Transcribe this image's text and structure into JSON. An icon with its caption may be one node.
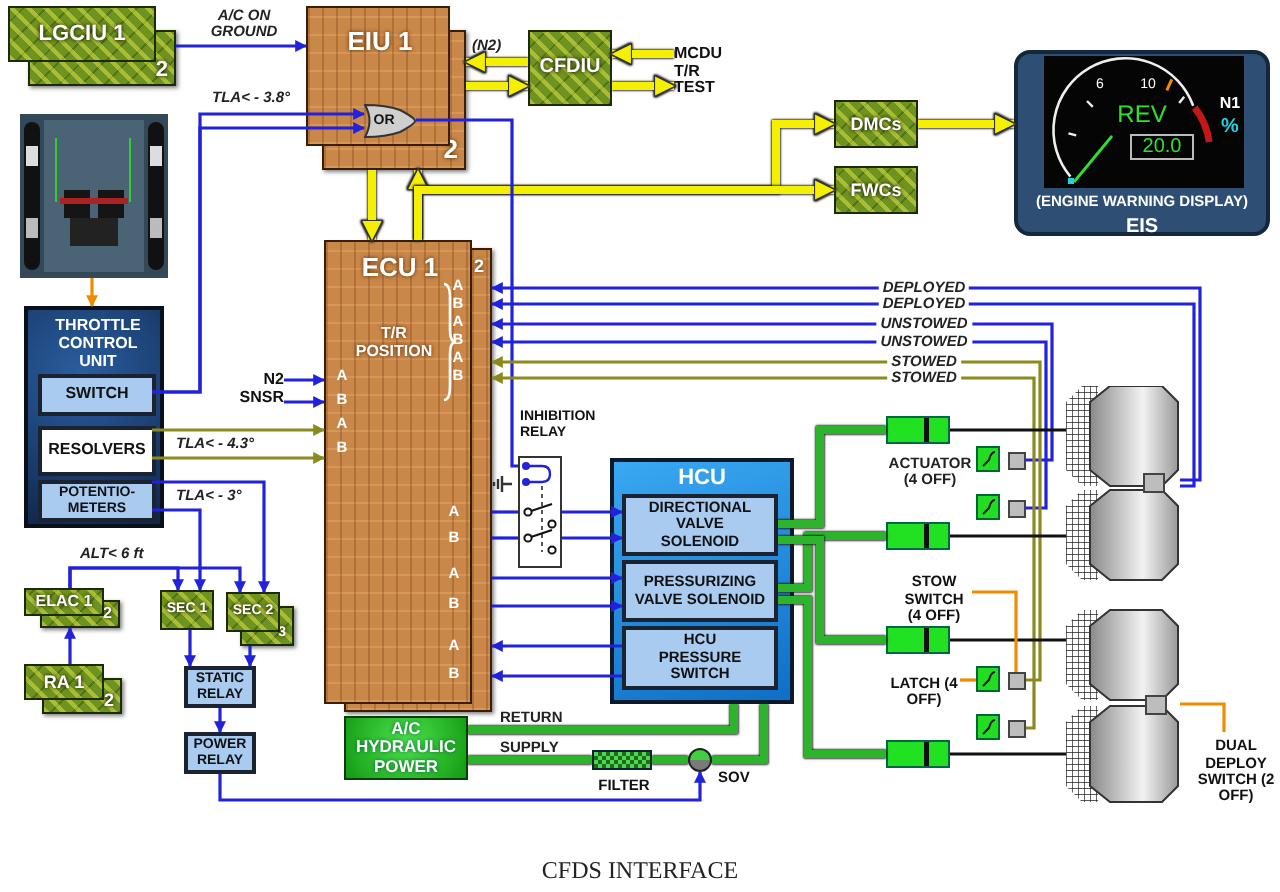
{
  "diagram": {
    "caption": "CFDS INTERFACE",
    "nodes": [
      {
        "text": [
          "LGCIU 1",
          "2"
        ]
      },
      {
        "text": [
          "EIU 1",
          "2"
        ]
      },
      {
        "text": [
          "OR"
        ],
        "in": 1
      },
      {
        "text": [
          "CFDIU"
        ]
      },
      {
        "text": [
          "MCDU T/R TEST"
        ]
      },
      {
        "text": [
          "DMCs"
        ]
      },
      {
        "text": [
          "FWCs"
        ]
      },
      {
        "text": [
          "6",
          "10",
          "REV",
          "20.0",
          "N1",
          "%",
          "(ENGINE WARNING DISPLAY)",
          "EIS"
        ]
      },
      {
        "text": [],
        "shape": "picture"
      },
      {
        "text": [
          "THROTTLE CONTROL UNIT"
        ]
      },
      {
        "text": [
          "SWITCH"
        ],
        "in": 9
      },
      {
        "text": [
          "RESOLVERS"
        ],
        "in": 9
      },
      {
        "text": [
          "POTENTIO- METERS"
        ],
        "in": 9
      },
      {
        "text": [
          "ECU 1",
          "2",
          "T/R POSITION"
        ]
      },
      {
        "text": [
          "N2 SNSR"
        ]
      },
      {
        "text": [
          "INHIBITION RELAY"
        ]
      },
      {
        "text": [
          "HCU"
        ]
      },
      {
        "text": [
          "DIRECTIONAL VALVE SOLENOID"
        ],
        "in": 16
      },
      {
        "text": [
          "PRESSURIZING VALVE SOLENOID"
        ],
        "in": 16
      },
      {
        "text": [
          "HCU PRESSURE SWITCH"
        ],
        "in": 16
      },
      {
        "text": [
          "ELAC 1",
          "2"
        ]
      },
      {
        "text": [
          "SEC 1"
        ]
      },
      {
        "text": [
          "SEC 2",
          "3"
        ]
      },
      {
        "text": [
          "RA 1",
          "2"
        ]
      },
      {
        "text": [
          "STATIC RELAY"
        ]
      },
      {
        "text": [
          "POWER RELAY"
        ]
      },
      {
        "text": [
          "A/C HYDRAULIC POWER"
        ]
      },
      {
        "text": [
          "FILTER"
        ]
      },
      {
        "text": [
          "SOV"
        ]
      },
      {
        "text": [],
        "shape": "cylinder"
      },
      {
        "text": [],
        "shape": "cylinder"
      },
      {
        "text": [],
        "shape": "cylinder"
      },
      {
        "text": [],
        "shape": "cylinder"
      },
      {
        "text": [],
        "shape": "picture"
      },
      {
        "text": [],
        "shape": "box"
      },
      {
        "text": [],
        "shape": "box"
      },
      {
        "text": [],
        "shape": "box"
      },
      {
        "text": [],
        "shape": "box"
      },
      {
        "text": [
          "STOW SWITCH (4 OFF)"
        ]
      },
      {
        "text": [
          "LATCH (4 OFF)"
        ]
      },
      {
        "text": [
          "DUAL DEPLOY SWITCH (2 OFF)"
        ]
      },
      {
        "text": [],
        "shape": "box"
      },
      {
        "text": [],
        "shape": "box"
      },
      {
        "text": [],
        "shape": "box"
      },
      {
        "text": [],
        "shape": "box"
      }
    ],
    "edges": [
      {
        "from": 0,
        "to": 1,
        "arrow": "to",
        "label": "A/C ON GROUND"
      },
      {
        "from": 10,
        "to": 2,
        "arrow": "to",
        "label": "TLA< - 3.8°"
      },
      {
        "from": 10,
        "to": 2,
        "arrow": "to"
      },
      {
        "from": 3,
        "to": 1,
        "arrow": "to",
        "label": "(N2)",
        "style": "thick",
        "color": "#f5f000"
      },
      {
        "from": 1,
        "to": 3,
        "arrow": "to",
        "style": "thick",
        "color": "#f5f000"
      },
      {
        "from": 4,
        "to": 3,
        "arrow": "to",
        "style": "thick",
        "color": "#f5f000"
      },
      {
        "from": 3,
        "to": 4,
        "arrow": "to",
        "style": "thick",
        "color": "#f5f000"
      },
      {
        "from": 1,
        "to": 13,
        "arrow": "to",
        "style": "thick",
        "color": "#f5f000"
      },
      {
        "from": 13,
        "to": 1,
        "arrow": "to",
        "style": "thick",
        "color": "#f5f000"
      },
      {
        "from": 13,
        "to": 5,
        "arrow": "to",
        "style": "thick",
        "color": "#f5f000"
      },
      {
        "from": 13,
        "to": 6,
        "arrow": "to",
        "style": "thick",
        "color": "#f5f000"
      },
      {
        "from": 5,
        "to": 7,
        "arrow": "to",
        "style": "thick",
        "color": "#f5f000"
      },
      {
        "from": 2,
        "to": 15,
        "arrow": "none"
      },
      {
        "from": 8,
        "to": 9,
        "arrow": "to",
        "color": "#f08c00"
      },
      {
        "from": 11,
        "to": 13,
        "arrow": "to",
        "label": "TLA< - 4.3°",
        "color": "#8a8a1e"
      },
      {
        "from": 11,
        "to": 13,
        "arrow": "to",
        "color": "#8a8a1e"
      },
      {
        "from": 12,
        "to": 22,
        "arrow": "to",
        "label": "TLA< - 3°"
      },
      {
        "from": 12,
        "to": 21,
        "arrow": "to"
      },
      {
        "from": 20,
        "to": 21,
        "arrow": "to",
        "label": "ALT< 6 ft"
      },
      {
        "from": 20,
        "to": 22,
        "arrow": "to"
      },
      {
        "from": 23,
        "to": 20,
        "arrow": "to"
      },
      {
        "from": 21,
        "to": 24,
        "arrow": "to"
      },
      {
        "from": 22,
        "to": 24,
        "arrow": "to"
      },
      {
        "from": 24,
        "to": 25,
        "arrow": "to"
      },
      {
        "from": 25,
        "to": 28,
        "arrow": "to"
      },
      {
        "from": 14,
        "to": 13,
        "arrow": "to"
      },
      {
        "from": 14,
        "to": 13,
        "arrow": "to"
      },
      {
        "from": 13,
        "to": 15,
        "arrow": "none"
      },
      {
        "from": 13,
        "to": 15,
        "arrow": "none"
      },
      {
        "from": 15,
        "to": 17,
        "arrow": "to"
      },
      {
        "from": 15,
        "to": 17,
        "arrow": "to"
      },
      {
        "from": 13,
        "to": 18,
        "arrow": "to"
      },
      {
        "from": 13,
        "to": 18,
        "arrow": "to"
      },
      {
        "from": 19,
        "to": 13,
        "arrow": "to"
      },
      {
        "from": 19,
        "to": 13,
        "arrow": "to"
      },
      {
        "from": 33,
        "to": 13,
        "arrow": "to",
        "label": "DEPLOYED"
      },
      {
        "from": 33,
        "to": 13,
        "arrow": "to",
        "label": "DEPLOYED"
      },
      {
        "from": 34,
        "to": 13,
        "arrow": "to",
        "label": "UNSTOWED"
      },
      {
        "from": 35,
        "to": 13,
        "arrow": "to",
        "label": "UNSTOWED"
      },
      {
        "from": 36,
        "to": 13,
        "arrow": "to",
        "label": "STOWED",
        "color": "#8a8a1e"
      },
      {
        "from": 37,
        "to": 13,
        "arrow": "to",
        "label": "STOWED",
        "color": "#8a8a1e"
      },
      {
        "from": 16,
        "to": 26,
        "arrow": "none",
        "label": "RETURN",
        "style": "thick",
        "color": "#2cb52c"
      },
      {
        "from": 26,
        "to": 27,
        "arrow": "none",
        "label": "SUPPLY",
        "style": "thick",
        "color": "#2cb52c"
      },
      {
        "from": 27,
        "to": 28,
        "arrow": "none",
        "style": "thick",
        "color": "#2cb52c"
      },
      {
        "from": 28,
        "to": 16,
        "arrow": "none",
        "style": "thick",
        "color": "#2cb52c"
      },
      {
        "from": 17,
        "to": 29,
        "arrow": "none",
        "style": "thick",
        "color": "#2cb52c"
      },
      {
        "from": 18,
        "to": 30,
        "arrow": "none",
        "style": "thick",
        "color": "#2cb52c"
      },
      {
        "from": 17,
        "to": 31,
        "arrow": "none",
        "style": "thick",
        "color": "#2cb52c"
      },
      {
        "from": 18,
        "to": 32,
        "arrow": "none",
        "style": "thick",
        "color": "#2cb52c"
      },
      {
        "from": 29,
        "to": 33,
        "arrow": "none",
        "color": "#111111"
      },
      {
        "from": 30,
        "to": 33,
        "arrow": "none",
        "color": "#111111"
      },
      {
        "from": 31,
        "to": 33,
        "arrow": "none",
        "color": "#111111"
      },
      {
        "from": 32,
        "to": 33,
        "arrow": "none",
        "color": "#111111"
      },
      {
        "from": 38,
        "to": 36,
        "arrow": "none",
        "color": "#f08c00"
      },
      {
        "from": 39,
        "to": 43,
        "arrow": "none",
        "color": "#f08c00"
      },
      {
        "from": 40,
        "to": 33,
        "arrow": "none",
        "color": "#f08c00"
      }
    ],
    "labels": [
      "ACTUATOR (4 OFF)",
      "A",
      "B",
      "A",
      "B",
      "A",
      "B",
      "A",
      "B",
      "A",
      "B",
      "A",
      "B",
      "A",
      "B",
      "A",
      "B"
    ]
  }
}
